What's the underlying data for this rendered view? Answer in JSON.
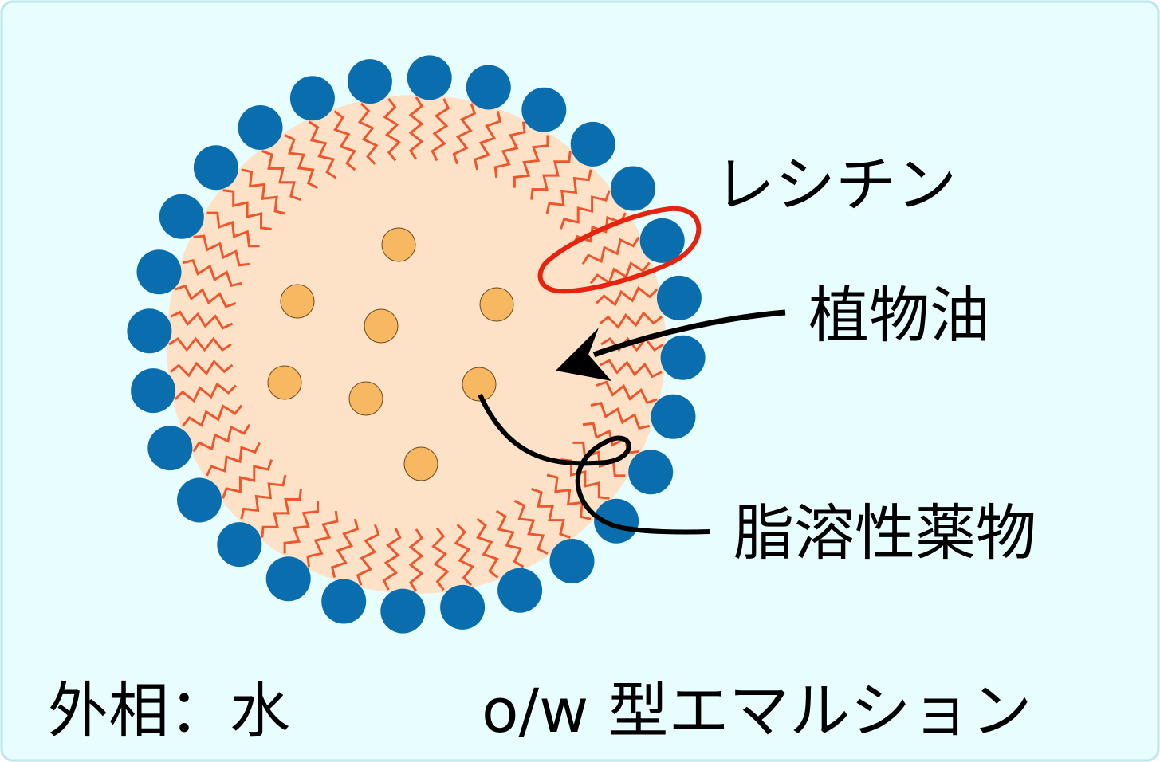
{
  "labels": {
    "lecithin": "レシチン",
    "vegetable_oil": "植物油",
    "fat_soluble_drug": "脂溶性薬物",
    "outer_phase": "外相：水",
    "emulsion_type": "o/w 型エマルション"
  },
  "colors": {
    "background": "#e8fdfd",
    "border": "#b9e7ec",
    "oil_core": "#fde2c7",
    "head_group": "#0a6eae",
    "tail": "#f0562e",
    "drug_particle": "#f7b861",
    "highlight": "#e8220e",
    "arrow": "#000000"
  }
}
